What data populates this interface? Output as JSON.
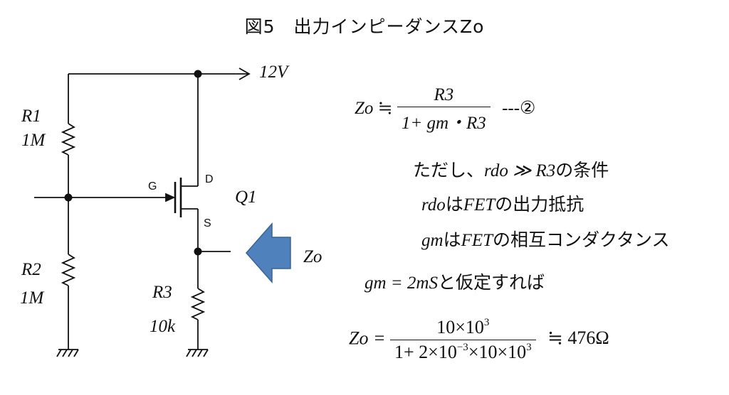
{
  "title": "図5　出力インピーダンスZo",
  "circuit": {
    "supply": "12V",
    "r1_name": "R1",
    "r1_value": "1M",
    "r2_name": "R2",
    "r2_value": "1M",
    "r3_name": "R3",
    "r3_value": "10k",
    "q1_name": "Q1",
    "pin_g": "G",
    "pin_d": "D",
    "pin_s": "S",
    "output_label": "Zo"
  },
  "formula1": {
    "lhs": "Zo",
    "approx": "≒",
    "numerator": "R3",
    "denominator": "1+ gm・R3",
    "tag": "---②"
  },
  "notes": {
    "condition_prefix": "ただし、",
    "condition_math": "rdo ≫ R3",
    "condition_suffix": "の条件",
    "rdo_var": "rdo",
    "rdo_text": "は",
    "rdo_fet": "FET",
    "rdo_suffix": "の出力抵抗",
    "gm_var": "gm",
    "gm_text": "は",
    "gm_fet": "FET",
    "gm_suffix": "の相互コンダクタンス",
    "assume_math": "gm = 2mS",
    "assume_text": "と仮定すれば"
  },
  "formula2": {
    "lhs": "Zo =",
    "num_base": "10×10",
    "num_exp": "3",
    "den_a": "1+ 2×10",
    "den_exp1": "−3",
    "den_b": "×10×10",
    "den_exp2": "3",
    "result": "≒ 476Ω"
  }
}
